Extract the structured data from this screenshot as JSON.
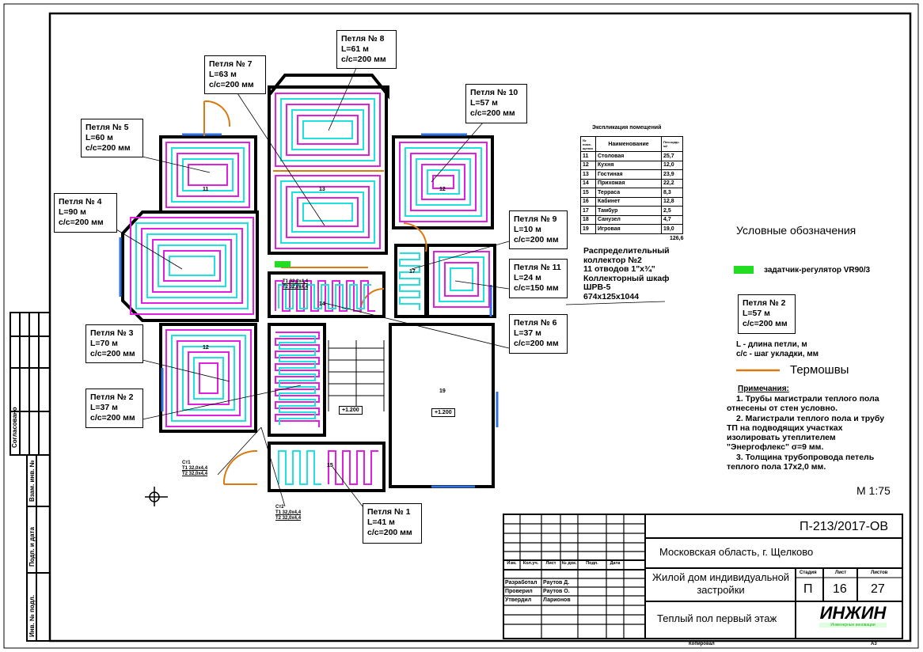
{
  "loops": [
    {
      "label": "Петля № 8",
      "length": "L=61 м",
      "spacing": "c/c=200 мм"
    },
    {
      "label": "Петля № 7",
      "length": "L=63 м",
      "spacing": "c/c=200 мм"
    },
    {
      "label": "Петля № 10",
      "length": "L=57 м",
      "spacing": "c/c=200 мм"
    },
    {
      "label": "Петля № 5",
      "length": "L=60 м",
      "spacing": "c/c=200 мм"
    },
    {
      "label": "Петля № 4",
      "length": "L=90 м",
      "spacing": "c/c=200 мм"
    },
    {
      "label": "Петля № 9",
      "length": "L=10 м",
      "spacing": "c/c=200 мм"
    },
    {
      "label": "Петля № 11",
      "length": "L=24 м",
      "spacing": "c/c=150 мм"
    },
    {
      "label": "Петля № 6",
      "length": "L=37 м",
      "spacing": "c/c=200 мм"
    },
    {
      "label": "Петля № 3",
      "length": "L=70 м",
      "spacing": "c/c=200 мм"
    },
    {
      "label": "Петля № 2",
      "length": "L=37 м",
      "spacing": "c/c=200 мм"
    },
    {
      "label": "Петля № 1",
      "length": "L=41 м",
      "spacing": "c/c=200 мм"
    }
  ],
  "room_marks": [
    "11",
    "13",
    "12",
    "14",
    "17",
    "12",
    "19",
    "15"
  ],
  "levels": [
    "+1.200",
    "+1.200"
  ],
  "riser_labels": {
    "st1": [
      "Ст1",
      "Т1 32,0x4,4",
      "Т2 32,0x4,4"
    ],
    "st2": [
      "Ст2",
      "Т1 32,0x4,4",
      "Т2 32,0x4,4"
    ],
    "main": [
      "Т1 32,0x4,4",
      "Т2 32,0x4,4"
    ]
  },
  "collector": [
    "Распределительный",
    "коллектор №2",
    "11 отводов 1\"х¾\"",
    "Коллекторный шкаф",
    "ШРВ-5",
    "674х125х1044"
  ],
  "rooms_table": {
    "title": "Экспликация помещений",
    "headers": [
      "№ поме-щения",
      "Наименование",
      "Пло-щадь м2"
    ],
    "rows": [
      [
        "11",
        "Столовая",
        "25,7"
      ],
      [
        "12",
        "Кухня",
        "12,0"
      ],
      [
        "13",
        "Гостиная",
        "23,9"
      ],
      [
        "14",
        "Прихожая",
        "22,2"
      ],
      [
        "15",
        "Терраса",
        "8,3"
      ],
      [
        "16",
        "Кабинет",
        "12,8"
      ],
      [
        "17",
        "Тамбур",
        "2,5"
      ],
      [
        "18",
        "Санузел",
        "4,7"
      ],
      [
        "19",
        "Игровая",
        "19,0"
      ]
    ],
    "total": "126,6"
  },
  "legend": {
    "title": "Условные обозначения",
    "regulator": "задатчик-регулятор VR90/3",
    "regulator_color": "#22dd22",
    "sample": {
      "label": "Петля № 2",
      "length": "L=57 м",
      "spacing": "c/c=200 мм"
    },
    "expl1": "L - длина петли, м",
    "expl2": "c/c - шаг укладки, мм",
    "thermo": "Термошвы",
    "thermo_color": "#d97a10",
    "notes_title": "Примечания:",
    "notes": [
      "1. Трубы магистрали теплого пола",
      "отнесены от стен условно.",
      "2. Магистрали теплого пола и трубу",
      "ТП на подводящих участках",
      "изолировать утеплителем",
      "\"Энергофлекс\" σ=9 мм.",
      "3. Толщина трубопровода петель",
      "теплого пола 17х2,0 мм."
    ],
    "scale": "М 1:75"
  },
  "colors": {
    "supply": "#e020e0",
    "return": "#20e0e0",
    "wall": "#000000",
    "window": "#3070e0"
  },
  "title_block": {
    "code": "П-213/2017-ОВ",
    "address": "Московская область, г. Щелково",
    "project": [
      "Жилой дом индивидуальной",
      "застройки"
    ],
    "sheet_title": "Теплый пол первый этаж",
    "headers": [
      "Изм.",
      "Кол.уч.",
      "Лист",
      "№ док.",
      "Подп.",
      "Дата"
    ],
    "stage_label": "Стадия",
    "sheet_label": "Лист",
    "sheets_label": "Листов",
    "stage": "П",
    "sheet": "16",
    "sheets": "27",
    "people": [
      [
        "Разработал",
        "Раутов Д."
      ],
      [
        "Проверил",
        "Раутов О."
      ],
      [
        "Утвердил",
        "Ларионов"
      ]
    ],
    "logo": "ИНЖИН",
    "logo_sub": "Инженерные инновации",
    "copied": "Копировал",
    "format": "А3"
  },
  "side_stamp": [
    "Согласовано",
    "Взам. инв. №",
    "Подп. и дата",
    "Инв. № подл."
  ]
}
